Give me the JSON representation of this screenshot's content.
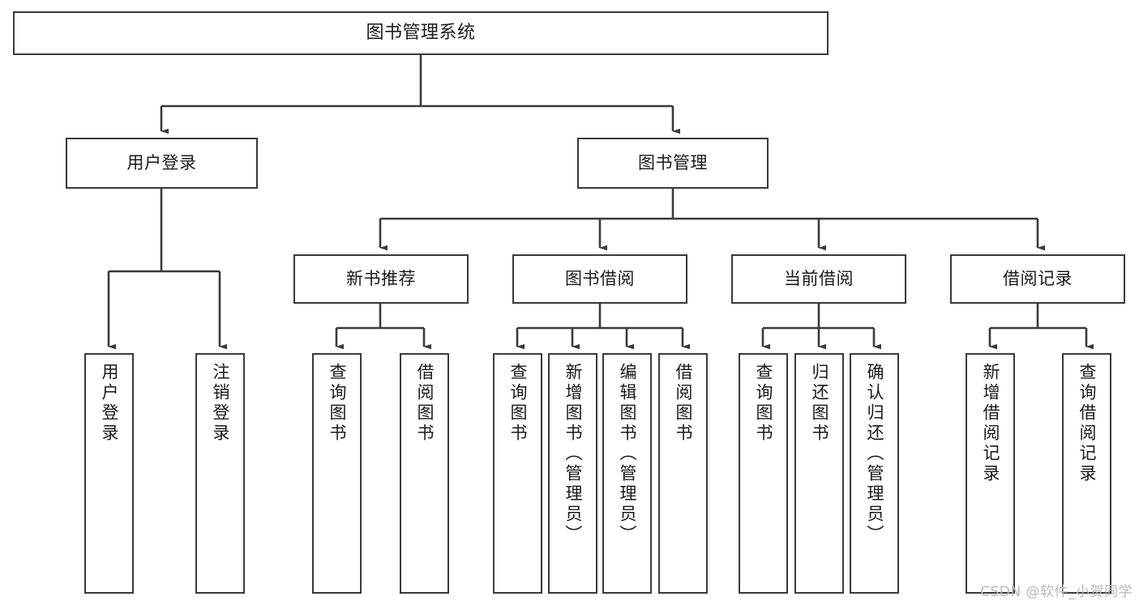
{
  "diagram": {
    "title": "图书管理系统",
    "type": "tree-hierarchy",
    "colors": {
      "node_border": "#3a3a3a",
      "node_fill": "#ffffff",
      "edge": "#3a3a3a",
      "text": "#1a1a1a",
      "watermark": "#b9b9b9",
      "background": "#ffffff"
    },
    "watermark": "CSDN @软件_小贺同学"
  },
  "nodes": {
    "root": {
      "label": "图书管理系统"
    },
    "level2": [
      {
        "id": "user-login",
        "label": "用户登录"
      },
      {
        "id": "book-management",
        "label": "图书管理"
      }
    ],
    "level3": [
      {
        "id": "new-book-recommend",
        "label": "新书推荐"
      },
      {
        "id": "book-borrow",
        "label": "图书借阅"
      },
      {
        "id": "current-borrow",
        "label": "当前借阅"
      },
      {
        "id": "borrow-record",
        "label": "借阅记录"
      }
    ],
    "leaves": {
      "user_login": [
        {
          "id": "leaf-user-login",
          "label": "用户登录"
        },
        {
          "id": "leaf-logout-login",
          "label": "注销登录"
        }
      ],
      "new_book_recommend": [
        {
          "id": "leaf-query-book-1",
          "label": "查询图书"
        },
        {
          "id": "leaf-borrow-book-1",
          "label": "借阅图书"
        }
      ],
      "book_borrow": [
        {
          "id": "leaf-query-book-2",
          "label": "查询图书"
        },
        {
          "id": "leaf-add-book-admin",
          "label": "新增图书（管理员）"
        },
        {
          "id": "leaf-edit-book-admin",
          "label": "编辑图书（管理员）"
        },
        {
          "id": "leaf-borrow-book-2",
          "label": "借阅图书"
        }
      ],
      "current_borrow": [
        {
          "id": "leaf-query-book-3",
          "label": "查询图书"
        },
        {
          "id": "leaf-return-book",
          "label": "归还图书"
        },
        {
          "id": "leaf-confirm-return-admin",
          "label": "确认归还（管理员）"
        }
      ],
      "borrow_record": [
        {
          "id": "leaf-add-borrow-record",
          "label": "新增借阅记录"
        },
        {
          "id": "leaf-query-borrow-record",
          "label": "查询借阅记录"
        }
      ]
    }
  }
}
